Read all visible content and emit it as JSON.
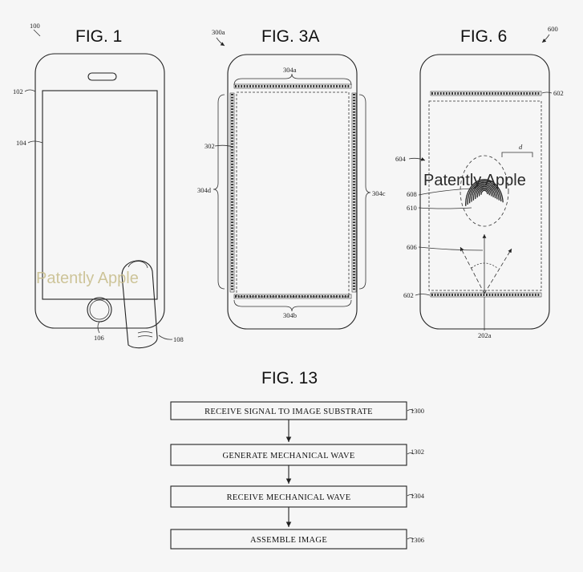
{
  "figures": {
    "fig1": {
      "title": "FIG. 1",
      "refs": {
        "device": "100",
        "housing": "102",
        "display": "104",
        "button": "106",
        "finger": "108"
      },
      "watermark": "Patently Apple"
    },
    "fig3a": {
      "title": "FIG. 3A",
      "refs": {
        "device": "300a",
        "top_array": "304a",
        "bottom_array": "304b",
        "right_array": "304c",
        "left_array": "304d",
        "substrate": "302"
      }
    },
    "fig6": {
      "title": "FIG. 6",
      "refs": {
        "device": "600",
        "array_top": "602",
        "array_bottom": "602",
        "region": "604",
        "distance": "d",
        "fingerprint": "608",
        "ridge": "610",
        "wave": "606",
        "source": "202a"
      },
      "watermark": "Patently Apple"
    },
    "fig13": {
      "title": "FIG. 13",
      "steps": [
        {
          "label": "RECEIVE SIGNAL TO IMAGE SUBSTRATE",
          "ref": "1300"
        },
        {
          "label": "GENERATE MECHANICAL WAVE",
          "ref": "1302"
        },
        {
          "label": "RECEIVE MECHANICAL WAVE",
          "ref": "1304"
        },
        {
          "label": "ASSEMBLE IMAGE",
          "ref": "1306"
        }
      ]
    }
  },
  "colors": {
    "line": "#222222",
    "background": "#f6f6f6",
    "watermark_gold": "#c9bf8f"
  }
}
